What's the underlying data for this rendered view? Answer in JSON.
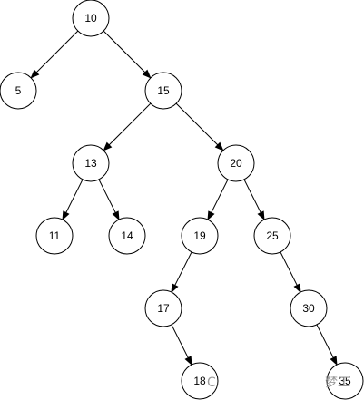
{
  "diagram": {
    "type": "binary-search-tree",
    "colors": {
      "stroke": "#000000",
      "fill": "#ffffff",
      "text": "#000000"
    },
    "nodes": [
      {
        "id": "n10",
        "label": "10"
      },
      {
        "id": "n5",
        "label": "5"
      },
      {
        "id": "n15",
        "label": "15"
      },
      {
        "id": "n13",
        "label": "13"
      },
      {
        "id": "n20",
        "label": "20"
      },
      {
        "id": "n11",
        "label": "11"
      },
      {
        "id": "n14",
        "label": "14"
      },
      {
        "id": "n19",
        "label": "19"
      },
      {
        "id": "n25",
        "label": "25"
      },
      {
        "id": "n17",
        "label": "17"
      },
      {
        "id": "n30",
        "label": "30"
      },
      {
        "id": "n18",
        "label": "18"
      },
      {
        "id": "n35",
        "label": "35"
      }
    ],
    "edges": [
      {
        "from": "n10",
        "to": "n5"
      },
      {
        "from": "n10",
        "to": "n15"
      },
      {
        "from": "n15",
        "to": "n13"
      },
      {
        "from": "n15",
        "to": "n20"
      },
      {
        "from": "n13",
        "to": "n11"
      },
      {
        "from": "n13",
        "to": "n14"
      },
      {
        "from": "n20",
        "to": "n19"
      },
      {
        "from": "n20",
        "to": "n25"
      },
      {
        "from": "n19",
        "to": "n17"
      },
      {
        "from": "n25",
        "to": "n30"
      },
      {
        "from": "n17",
        "to": "n18"
      },
      {
        "from": "n30",
        "to": "n35"
      }
    ],
    "watermark": {
      "left_glyph": "C",
      "right_text": "梦工"
    }
  }
}
